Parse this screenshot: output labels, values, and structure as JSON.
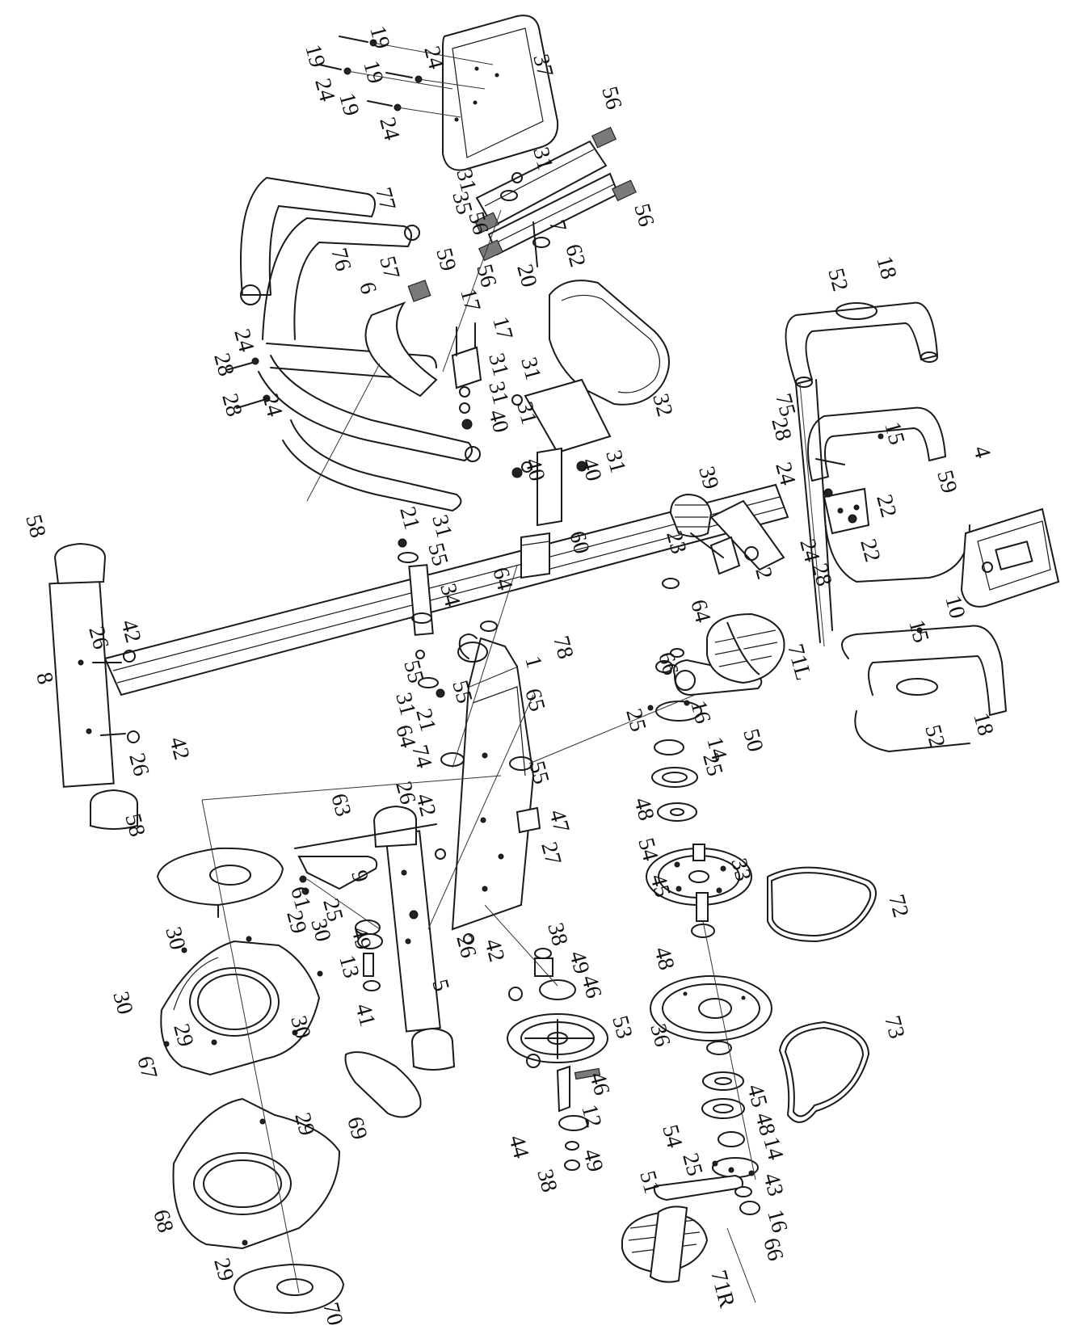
{
  "diagram": {
    "part_numbers": [
      "19",
      "19",
      "19",
      "19",
      "24",
      "24",
      "24",
      "37",
      "56",
      "31",
      "31",
      "35",
      "56",
      "56",
      "7",
      "62",
      "20",
      "56",
      "77",
      "59",
      "76",
      "57",
      "6",
      "17",
      "17",
      "24",
      "28",
      "28",
      "24",
      "31",
      "31",
      "31",
      "31",
      "40",
      "40",
      "31",
      "40",
      "32",
      "18",
      "52",
      "75",
      "15",
      "4",
      "28",
      "24",
      "59",
      "22",
      "22",
      "28",
      "39",
      "23",
      "24",
      "2",
      "60",
      "21",
      "31",
      "55",
      "34",
      "64",
      "64",
      "58",
      "26",
      "42",
      "8",
      "78",
      "1",
      "65",
      "55",
      "31",
      "21",
      "55",
      "64",
      "74",
      "26",
      "42",
      "58",
      "10",
      "15",
      "71L",
      "66",
      "16",
      "50",
      "25",
      "14",
      "25",
      "18",
      "52",
      "55",
      "47",
      "63",
      "26",
      "42",
      "27",
      "61",
      "25",
      "9",
      "48",
      "54",
      "45",
      "33",
      "72",
      "29",
      "30",
      "30",
      "49",
      "13",
      "41",
      "38",
      "49",
      "46",
      "5",
      "26",
      "42",
      "53",
      "48",
      "36",
      "73",
      "30",
      "29",
      "30",
      "67",
      "69",
      "46",
      "12",
      "45",
      "48",
      "54",
      "14",
      "44",
      "49",
      "38",
      "51",
      "25",
      "43",
      "16",
      "66",
      "29",
      "68",
      "29",
      "70",
      "71R"
    ]
  }
}
